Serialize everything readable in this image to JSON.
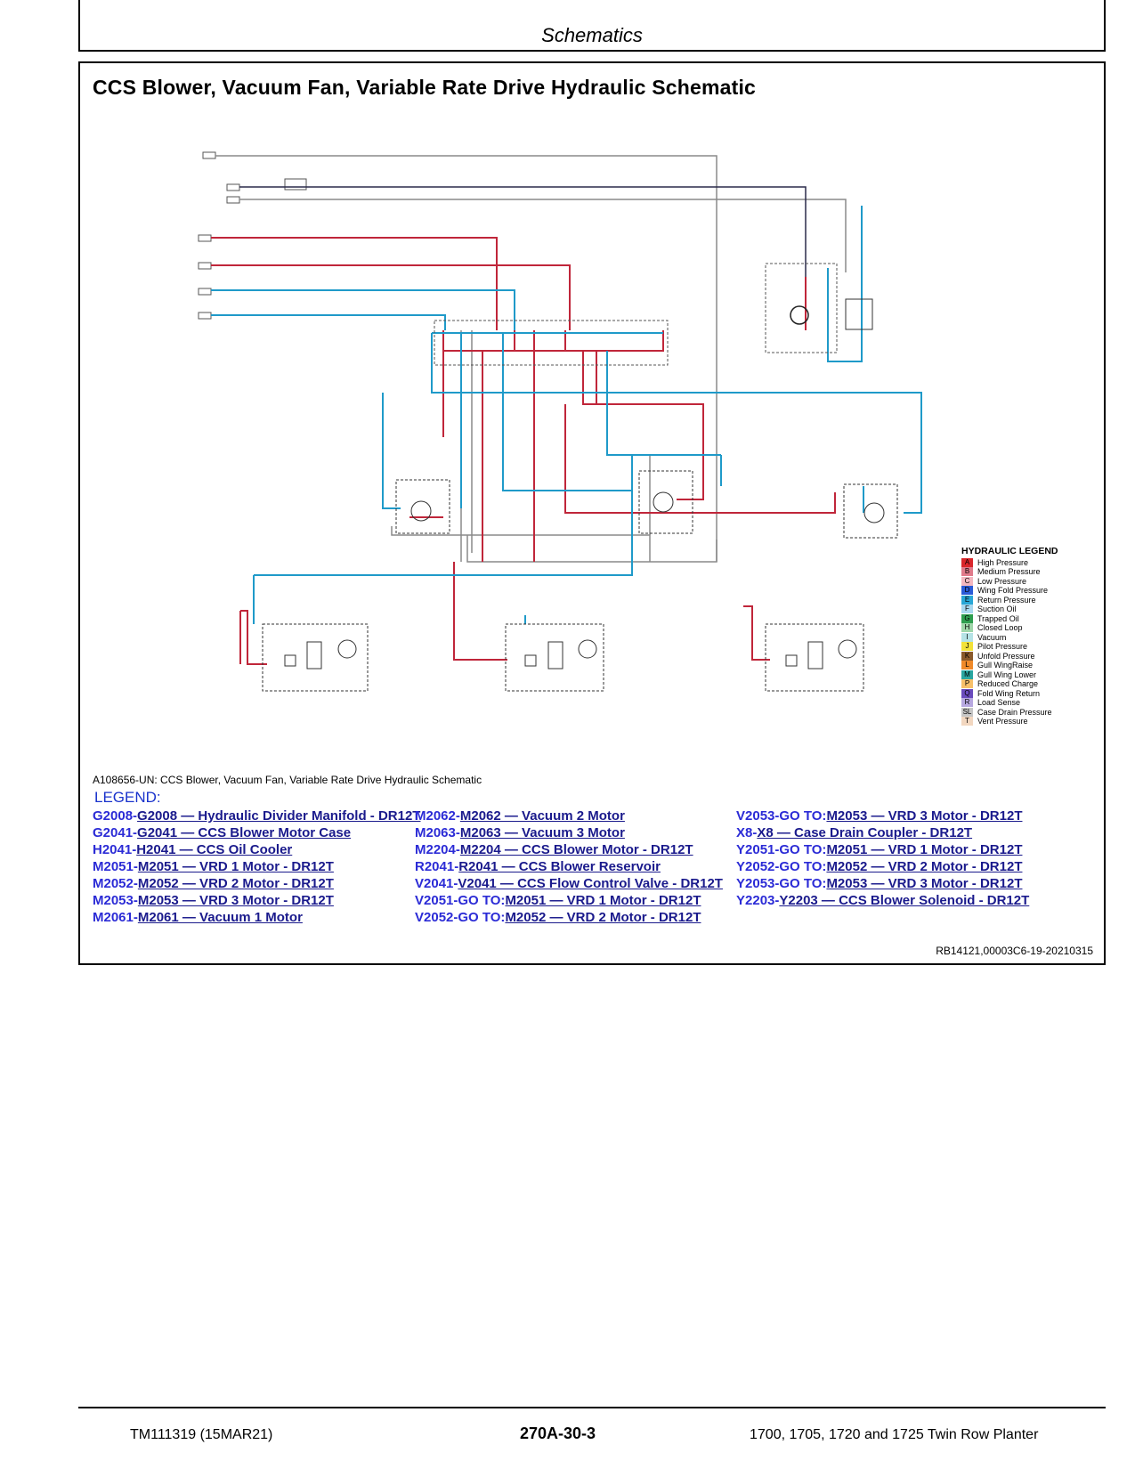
{
  "header": {
    "section": "Schematics"
  },
  "document": {
    "title": "CCS Blower, Vacuum Fan, Variable Rate Drive Hydraulic Schematic",
    "figure_caption": "A108656-UN: CCS Blower, Vacuum Fan, Variable Rate Drive Hydraulic Schematic",
    "reference_id": "RB14121,00003C6-19-20210315"
  },
  "hydraulic_legend": {
    "title": "HYDRAULIC LEGEND",
    "items": [
      {
        "code": "A",
        "label": "High Pressure",
        "color": "#d9262b"
      },
      {
        "code": "B",
        "label": "Medium Pressure",
        "color": "#e07a8a"
      },
      {
        "code": "C",
        "label": "Low Pressure",
        "color": "#f4b7c0"
      },
      {
        "code": "D",
        "label": "Wing Fold Pressure",
        "color": "#2a5bd7"
      },
      {
        "code": "E",
        "label": "Return Pressure",
        "color": "#29a7d6"
      },
      {
        "code": "F",
        "label": "Suction Oil",
        "color": "#a9d8ef"
      },
      {
        "code": "G",
        "label": "Trapped Oil",
        "color": "#2e9e4f"
      },
      {
        "code": "H",
        "label": "Closed Loop",
        "color": "#9fd6a9"
      },
      {
        "code": "I",
        "label": "Vacuum",
        "color": "#b5e3e6"
      },
      {
        "code": "J",
        "label": "Pilot Pressure",
        "color": "#f2e23a"
      },
      {
        "code": "K",
        "label": "Unfold Pressure",
        "color": "#8a5a2b"
      },
      {
        "code": "L",
        "label": "Gull WingRaise",
        "color": "#f08a2a"
      },
      {
        "code": "M",
        "label": "Gull Wing Lower",
        "color": "#2aa6a0"
      },
      {
        "code": "P",
        "label": "Reduced Charge",
        "color": "#f7c06a"
      },
      {
        "code": "Q",
        "label": "Fold Wing Return",
        "color": "#6a4bbd"
      },
      {
        "code": "R",
        "label": "Load Sense",
        "color": "#b7a8e0"
      },
      {
        "code": "SL",
        "label": "Case Drain Pressure",
        "color": "#c6c6c6"
      },
      {
        "code": "T",
        "label": "Vent Pressure",
        "color": "#f2d7c0"
      }
    ]
  },
  "legend": {
    "title": "LEGEND:",
    "col1": [
      {
        "key": "G2008-",
        "link": "G2008 — Hydraulic Divider Manifold - DR12T"
      },
      {
        "key": "G2041-",
        "link": "G2041 — CCS Blower Motor Case"
      },
      {
        "key": "H2041-",
        "link": "H2041 — CCS Oil Cooler"
      },
      {
        "key": "M2051-",
        "link": "M2051 — VRD 1 Motor - DR12T"
      },
      {
        "key": "M2052-",
        "link": "M2052 — VRD 2 Motor - DR12T"
      },
      {
        "key": "M2053-",
        "link": "M2053 — VRD 3 Motor - DR12T"
      },
      {
        "key": "M2061-",
        "link": "M2061 — Vacuum 1 Motor"
      }
    ],
    "col2": [
      {
        "key": "M2062-",
        "link": "M2062 — Vacuum 2 Motor"
      },
      {
        "key": "M2063-",
        "link": "M2063 — Vacuum 3 Motor"
      },
      {
        "key": "M2204-",
        "link": "M2204 — CCS Blower Motor - DR12T"
      },
      {
        "key": "R2041-",
        "link": "R2041 — CCS Blower Reservoir"
      },
      {
        "key": "V2041-",
        "link": "V2041 — CCS Flow Control Valve - DR12T"
      },
      {
        "key": "V2051-GO TO:",
        "link": "M2051 — VRD 1 Motor - DR12T"
      },
      {
        "key": "V2052-GO TO:",
        "link": "M2052 — VRD 2 Motor - DR12T"
      }
    ],
    "col3": [
      {
        "key": "V2053-GO TO:",
        "link": "M2053 — VRD 3 Motor - DR12T"
      },
      {
        "key": "X8-",
        "link": "X8 — Case Drain Coupler - DR12T"
      },
      {
        "key": "Y2051-GO TO:",
        "link": "M2051 — VRD 1 Motor - DR12T"
      },
      {
        "key": "Y2052-GO TO:",
        "link": "M2052 — VRD 2 Motor - DR12T"
      },
      {
        "key": "Y2053-GO TO:",
        "link": "M2053 — VRD 3 Motor - DR12T"
      },
      {
        "key": "Y2203-",
        "link": "Y2203 — CCS Blower Solenoid - DR12T"
      }
    ]
  },
  "footer": {
    "manual": "TM111319 (15MAR21)",
    "page": "270A-30-3",
    "model": "1700, 1705, 1720 and 1725 Twin Row Planter"
  }
}
